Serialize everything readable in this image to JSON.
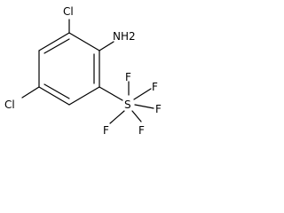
{
  "molecule": {
    "labels": {
      "cl_top": "Cl",
      "nh2": "NH2",
      "cl_left": "Cl",
      "s": "S",
      "f_top": "F",
      "f_upper_right": "F",
      "f_right": "F",
      "f_lower_right": "F",
      "f_bottom": "F"
    },
    "colors": {
      "line": "#000000",
      "background": "#ffffff"
    }
  }
}
